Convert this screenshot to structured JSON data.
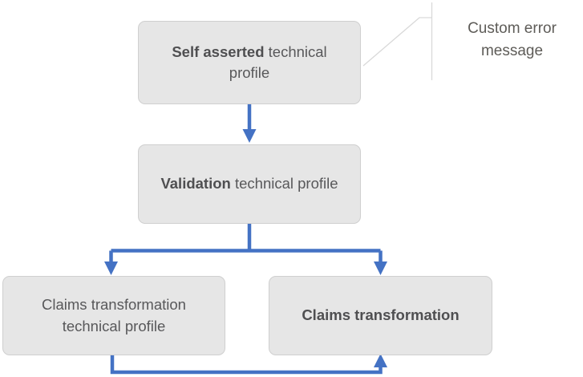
{
  "diagram": {
    "type": "flowchart",
    "background_color": "#ffffff",
    "node_fill_color": "#e6e6e6",
    "node_border_color": "#cfcfcf",
    "node_text_color": "#58585a",
    "connector_color": "#4472c4",
    "callout_line_color": "#d9d9d9",
    "nodes": [
      {
        "id": "self-asserted",
        "bold_text": "Self asserted",
        "normal_text": " technical profile",
        "full_text": "Self asserted technical profile"
      },
      {
        "id": "validation",
        "bold_text": "Validation",
        "normal_text": " technical profile",
        "full_text": "Validation technical profile"
      },
      {
        "id": "claims-transformation-technical-profile",
        "bold_text": "",
        "normal_text": "Claims transformation technical profile",
        "full_text": "Claims transformation technical profile"
      },
      {
        "id": "claims-transformation",
        "bold_text": "Claims transformation",
        "normal_text": "",
        "full_text": "Claims transformation"
      }
    ],
    "callout": {
      "label_line_1": "Custom error",
      "label_line_2": "message",
      "label": "Custom error message"
    },
    "edges": [
      {
        "from": "self-asserted",
        "to": "validation",
        "style": "straight-down-arrow"
      },
      {
        "from": "validation",
        "to": "claims-transformation-technical-profile",
        "style": "split-down-arrow"
      },
      {
        "from": "validation",
        "to": "claims-transformation",
        "style": "split-down-arrow"
      },
      {
        "from": "claims-transformation-technical-profile",
        "to": "claims-transformation",
        "style": "loop-bottom-up-arrow"
      }
    ]
  }
}
